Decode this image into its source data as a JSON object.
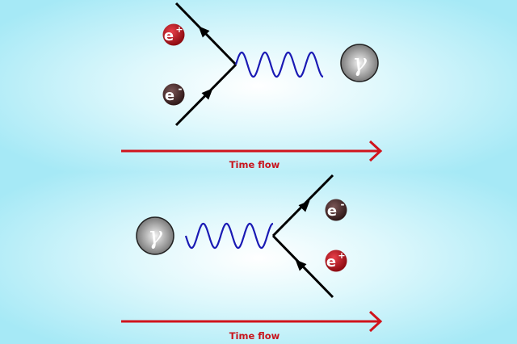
{
  "diagram_1": {
    "title": "Electron-positron annihilation",
    "particles": {
      "positron": "e",
      "positron_sign": "+",
      "electron": "e",
      "electron_sign": "-",
      "photon": "γ"
    },
    "time_label": "Time flow"
  },
  "diagram_2": {
    "title": "Pair production",
    "particles": {
      "photon": "γ",
      "electron": "e",
      "electron_sign": "-",
      "positron": "e",
      "positron_sign": "+"
    },
    "time_label": "Time flow"
  },
  "colors": {
    "fermion_line": "#000000",
    "photon_wave": "#1a1ab4",
    "time_arrow": "#d0141c",
    "positron": "#c0141c",
    "electron": "#4a2a2a",
    "photon_ball": "#8a8a8a"
  }
}
